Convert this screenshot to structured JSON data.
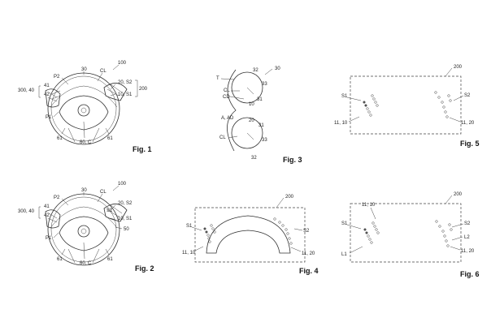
{
  "figures": {
    "fig1": {
      "caption": "Fig. 1",
      "labels": {
        "ref100": "100",
        "ref30": "30",
        "cl": "CL",
        "p2": "P2",
        "ref41": "41",
        "ref42": "42",
        "ref300_40": "300, 40",
        "p1": "P1",
        "ref20_s2": "20, S2",
        "ref10_s1": "10, S1",
        "ref200": "200",
        "ref61a": "61",
        "ref61b": "61",
        "ref60_c": "60, C"
      }
    },
    "fig2": {
      "caption": "Fig. 2",
      "labels": {
        "ref100": "100",
        "ref30": "30",
        "cl": "CL",
        "p2": "P2",
        "ref41": "41",
        "ref42": "42",
        "ref300_40": "300, 40",
        "p1": "P1",
        "ref20_s2": "20, S2",
        "s1": "S1",
        "ref10_s1": "10, S1",
        "ref50": "50",
        "ref61a": "61",
        "ref61b": "61",
        "ref60_c": "60, C"
      }
    },
    "fig3": {
      "caption": "Fig. 3",
      "labels": {
        "ref30": "30",
        "t": "T",
        "ref32a": "32",
        "ref33a": "33",
        "cl_a": "CL",
        "cd": "CD",
        "ref31a": "31",
        "ref10": "10",
        "a_ad": "A, AD",
        "ref20": "20",
        "ref31b": "31",
        "cl_b": "CL",
        "ref33b": "33",
        "ref32b": "32"
      }
    },
    "fig4": {
      "caption": "Fig. 4",
      "labels": {
        "ref200": "200",
        "s1": "S1",
        "s2": "S2",
        "ref11_10": "11, 10",
        "ref11_20": "11, 20"
      }
    },
    "fig5": {
      "caption": "Fig. 5",
      "labels": {
        "ref200": "200",
        "s1": "S1",
        "s2": "S2",
        "ref11_10": "11, 10",
        "ref11_20": "11, 20"
      }
    },
    "fig6": {
      "caption": "Fig. 6",
      "labels": {
        "ref200": "200",
        "ref11_10": "11, 10",
        "s1": "S1",
        "s2": "S2",
        "l1": "L1",
        "l2": "L2",
        "ref11_20": "11, 20"
      }
    }
  }
}
